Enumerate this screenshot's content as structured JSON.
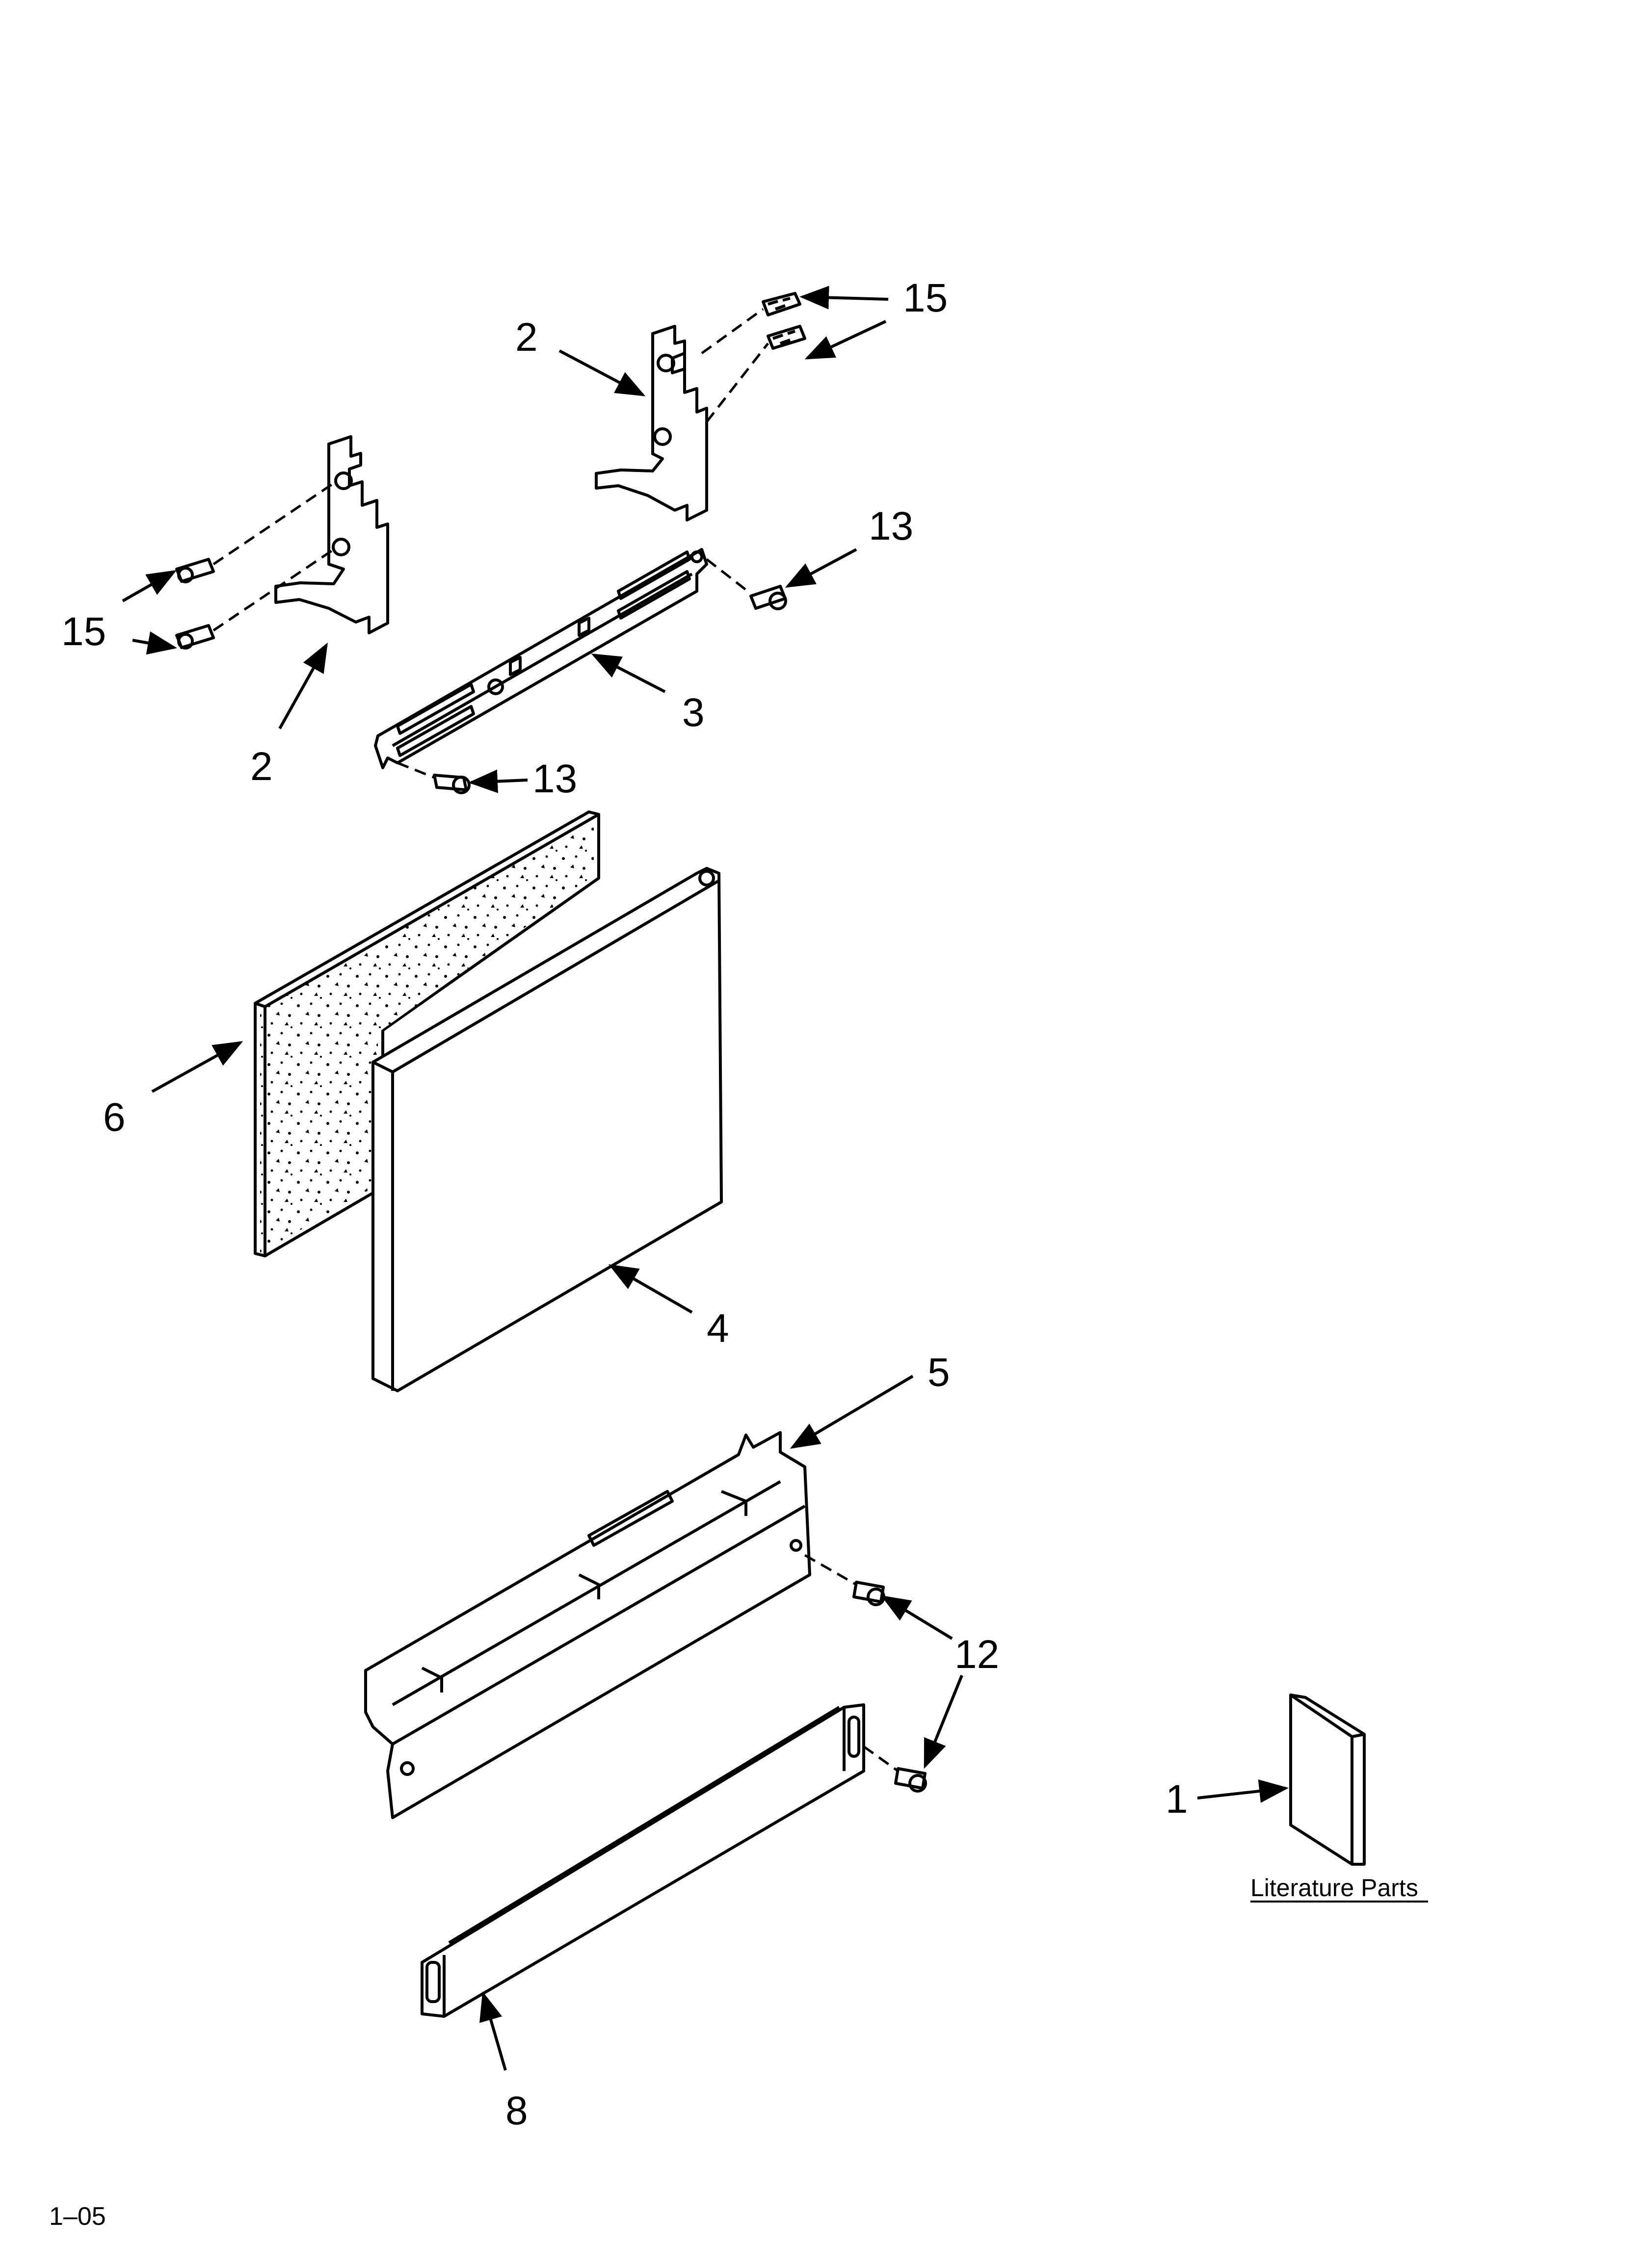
{
  "callouts": {
    "c15_top": "15",
    "c2_top": "2",
    "c13_top": "13",
    "c15_left": "15",
    "c2_left": "2",
    "c3": "3",
    "c13_mid": "13",
    "c6": "6",
    "c4": "4",
    "c5": "5",
    "c12": "12",
    "c1": "1",
    "c8": "8"
  },
  "literature_label": "Literature Parts",
  "footer_code": "1–05"
}
